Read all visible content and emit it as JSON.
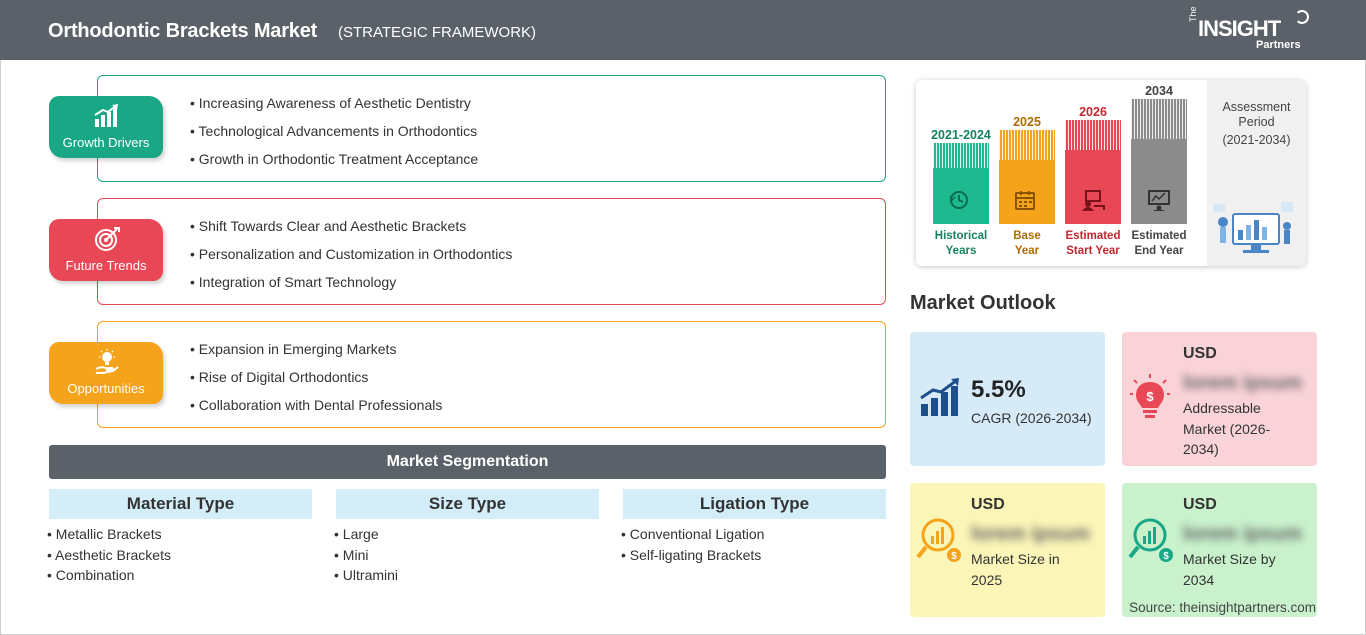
{
  "header": {
    "title": "Orthodontic Brackets Market",
    "subtitle": "(STRATEGIC FRAMEWORK)",
    "logo_the": "The",
    "logo_insight": "INSIGHT",
    "logo_partners": "Partners"
  },
  "framework": {
    "growth": {
      "label": "Growth Drivers",
      "color": "#1aa786",
      "items": [
        "Increasing Awareness of Aesthetic Dentistry",
        "Technological Advancements in Orthodontics",
        "Growth in Orthodontic Treatment Acceptance"
      ]
    },
    "trends": {
      "label": "Future Trends",
      "color": "#e84855",
      "items": [
        "Shift Towards Clear and Aesthetic Brackets",
        "Personalization and Customization in Orthodontics",
        "Integration of Smart Technology"
      ]
    },
    "opportunities": {
      "label": "Opportunities",
      "color": "#f5a31a",
      "items": [
        "Expansion in Emerging Markets",
        "Rise of Digital Orthodontics",
        "Collaboration with Dental Professionals"
      ]
    }
  },
  "segmentation": {
    "title": "Market Segmentation",
    "groups": [
      {
        "name": "Material Type",
        "items": [
          "Metallic Brackets",
          "Aesthetic Brackets",
          "Combination"
        ]
      },
      {
        "name": "Size Type",
        "items": [
          "Large",
          "Mini",
          "Ultramini"
        ]
      },
      {
        "name": "Ligation Type",
        "items": [
          "Conventional Ligation",
          "Self-ligating Brackets"
        ]
      }
    ]
  },
  "timeline": {
    "columns": [
      {
        "year": "2021-2024",
        "label1": "Historical",
        "label2": "Years",
        "color": "#1fb98f",
        "text_color": "#15835f"
      },
      {
        "year": "2025",
        "label1": "Base",
        "label2": "Year",
        "color": "#f5a31a",
        "text_color": "#b06b00"
      },
      {
        "year": "2026",
        "label1": "Estimated",
        "label2": "Start Year",
        "color": "#e84855",
        "text_color": "#c2282f"
      },
      {
        "year": "2034",
        "label1": "Estimated",
        "label2": "End Year",
        "color": "#8b8b8b",
        "text_color": "#444444"
      }
    ],
    "assessment_title": "Assessment Period",
    "assessment_range": "(2021-2034)"
  },
  "outlook": {
    "title": "Market Outlook",
    "cagr_value": "5.5%",
    "cagr_label": "CAGR (2026-2034)",
    "addressable_usd": "USD",
    "addressable_value": "lorem ipsum",
    "addressable_label": "Addressable Market (2026-2034)",
    "size2025_usd": "USD",
    "size2025_value": "lorem ipsum",
    "size2025_label": "Market Size in 2025",
    "size2034_usd": "USD",
    "size2034_value": "lorem ipsum",
    "size2034_label": "Market Size by 2034"
  },
  "source": "Source: theinsightpartners.com"
}
